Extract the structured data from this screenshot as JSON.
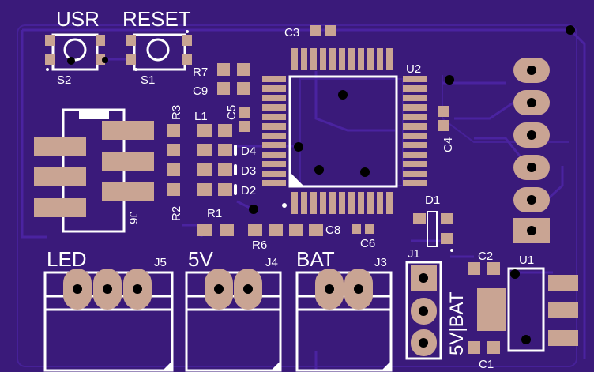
{
  "board": {
    "colors": {
      "substrate": "#3a1a7a",
      "trace": "#4a23a0",
      "silkscreen": "#ffffff",
      "copper_pad": "#c9a493",
      "drill": "#000000"
    }
  },
  "labels": {
    "usr": "USR",
    "reset": "RESET",
    "s1": "S1",
    "s2": "S2",
    "c3": "C3",
    "r7": "R7",
    "c9": "C9",
    "r3": "R3",
    "c5": "C5",
    "l1": "L1",
    "d4": "D4",
    "d3": "D3",
    "d2": "D2",
    "r2": "R2",
    "r1": "R1",
    "j6": "J6",
    "r6": "R6",
    "c8": "C8",
    "c6": "C6",
    "u2": "U2",
    "c4": "C4",
    "d1": "D1",
    "led": "LED",
    "five_v": "5V",
    "bat": "BAT",
    "j5": "J5",
    "j4": "J4",
    "j3": "J3",
    "j1": "J1",
    "c2": "C2",
    "u1": "U1",
    "c1": "C1",
    "five_v_bat": "5V|BAT"
  }
}
